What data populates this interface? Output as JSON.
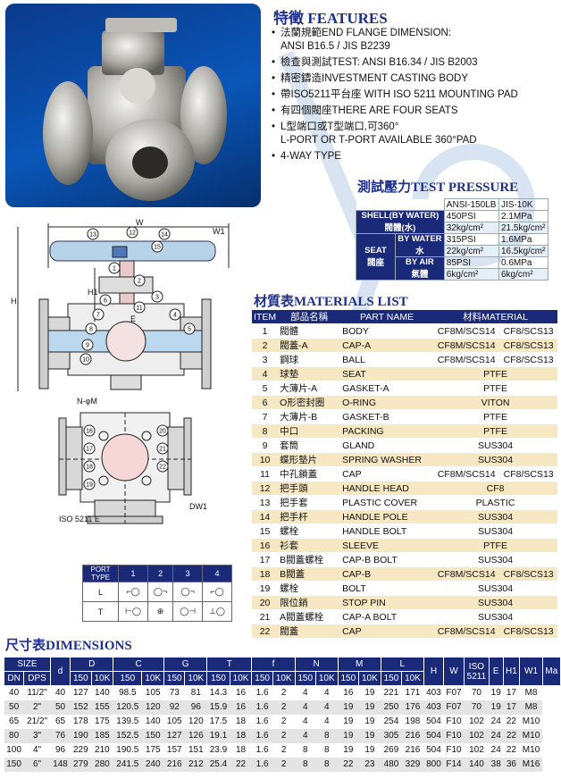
{
  "features": {
    "title": "特徵 FEATURES",
    "items": [
      {
        "text": "法蘭規範END FLANGE DIMENSION:",
        "cont": "ANSI B16.5 / JIS B2239"
      },
      {
        "text": "檢查與測試TEST: ANSI B16.34 / JIS B2003",
        "cont": ""
      },
      {
        "text": "精密鑄造INVESTMENT CASTING BODY",
        "cont": ""
      },
      {
        "text": "帶ISO5211平台座 WITH ISO 5211 MOUNTING PAD",
        "cont": ""
      },
      {
        "text": "有四個閥座THERE ARE FOUR SEATS",
        "cont": ""
      },
      {
        "text": "L型端口或T型端口,可360°",
        "cont": "L-PORT OR T-PORT AVAILABLE 360°PAD"
      },
      {
        "text": "4-WAY TYPE",
        "cont": ""
      }
    ]
  },
  "pressure": {
    "title": "測試壓力TEST PRESSURE",
    "col1": "ANSI-150LB",
    "col2": "JIS-10K",
    "shell_label": "SHELL(BY WATER)",
    "shell_sub": "閥體(水)",
    "shell_a1": "450PSI",
    "shell_a2": "32kg/cm²",
    "shell_b1": "2.1MPa",
    "shell_b2": "21.5kg/cm²",
    "seat_label": "SEAT",
    "seat_sub": "閥座",
    "water_label": "BY WATER",
    "water_sub": "水",
    "water_a1": "315PSI",
    "water_a2": "22kg/cm²",
    "water_b1": "1.6MPa",
    "water_b2": "16.5kg/cm²",
    "air_label": "BY AIR",
    "air_sub": "氣體",
    "air_a1": "85PSI",
    "air_a2": "6kg/cm²",
    "air_b1": "0.6MPa",
    "air_b2": "6kg/cm²"
  },
  "materials": {
    "title": "材質表MATERIALS LIST",
    "headers": [
      "ITEM",
      "部品名稱",
      "PART NAME",
      "材料MATERIAL"
    ],
    "rows": [
      [
        "1",
        "閥體",
        "BODY",
        "CF8M/SCS14",
        "CF8/SCS13"
      ],
      [
        "2",
        "閥蓋-A",
        "CAP-A",
        "CF8M/SCS14",
        "CF8/SCS13"
      ],
      [
        "3",
        "鋼球",
        "BALL",
        "CF8M/SCS14",
        "CF8/SCS13"
      ],
      [
        "4",
        "球墊",
        "SEAT",
        "PTFE",
        ""
      ],
      [
        "5",
        "大薄片-A",
        "GASKET-A",
        "PTFE",
        ""
      ],
      [
        "6",
        "O形密封圈",
        "O-RING",
        "VITON",
        ""
      ],
      [
        "7",
        "大薄片-B",
        "GASKET-B",
        "PTFE",
        ""
      ],
      [
        "8",
        "中口",
        "PACKING",
        "PTFE",
        ""
      ],
      [
        "9",
        "套筒",
        "GLAND",
        "SUS304",
        ""
      ],
      [
        "10",
        "蝶形墊片",
        "SPRING WASHER",
        "SUS304",
        ""
      ],
      [
        "11",
        "中孔鎖蓋",
        "CAP",
        "CF8M/SCS14",
        "CF8/SCS13"
      ],
      [
        "12",
        "把手頭",
        "HANDLE HEAD",
        "CF8",
        ""
      ],
      [
        "13",
        "把手套",
        "PLASTIC COVER",
        "PLASTIC",
        ""
      ],
      [
        "14",
        "把手杆",
        "HANDLE POLE",
        "SUS304",
        ""
      ],
      [
        "15",
        "螺栓",
        "HANDLE BOLT",
        "SUS304",
        ""
      ],
      [
        "16",
        "衫套",
        "SLEEVE",
        "PTFE",
        ""
      ],
      [
        "17",
        "B閥蓋螺栓",
        "CAP-B BOLT",
        "SUS304",
        ""
      ],
      [
        "18",
        "B閥蓋",
        "CAP-B",
        "CF8M/SCS14",
        "CF8/SCS13"
      ],
      [
        "19",
        "螺栓",
        "BOLT",
        "SUS304",
        ""
      ],
      [
        "20",
        "限位銷",
        "STOP PIN",
        "SUS304",
        ""
      ],
      [
        "21",
        "A閥蓋螺栓",
        "CAP-A BOLT",
        "SUS304",
        ""
      ],
      [
        "22",
        "閥蓋",
        "CAP",
        "CF8M/SCS14",
        "CF8/SCS13"
      ]
    ]
  },
  "dimensions": {
    "title": "尺寸表DIMENSIONS",
    "h_size": "SIZE",
    "h_dn": "DN",
    "h_dps": "DPS",
    "h_d": "d",
    "groups": [
      "D",
      "C",
      "G",
      "T",
      "f",
      "N",
      "M",
      "L"
    ],
    "sub": [
      "150",
      "10K"
    ],
    "h_H": "H",
    "h_W": "W",
    "h_iso": "ISO 5211",
    "h_E": "E",
    "h_H1": "H1",
    "h_W1": "W1",
    "h_Ma": "Ma",
    "rows": [
      [
        "40",
        "11/2\"",
        "40",
        "127",
        "140",
        "98.5",
        "105",
        "73",
        "81",
        "14.3",
        "16",
        "1.6",
        "2",
        "4",
        "4",
        "16",
        "19",
        "221",
        "171",
        "403",
        "F07",
        "70",
        "19",
        "17",
        "M8"
      ],
      [
        "50",
        "2\"",
        "50",
        "152",
        "155",
        "120.5",
        "120",
        "92",
        "96",
        "15.9",
        "16",
        "1.6",
        "2",
        "4",
        "4",
        "19",
        "19",
        "250",
        "176",
        "403",
        "F07",
        "70",
        "19",
        "17",
        "M8"
      ],
      [
        "65",
        "21/2\"",
        "65",
        "178",
        "175",
        "139.5",
        "140",
        "105",
        "120",
        "17.5",
        "18",
        "1.6",
        "2",
        "4",
        "4",
        "19",
        "19",
        "254",
        "198",
        "504",
        "F10",
        "102",
        "24",
        "22",
        "M10"
      ],
      [
        "80",
        "3\"",
        "76",
        "190",
        "185",
        "152.5",
        "150",
        "127",
        "126",
        "19.1",
        "18",
        "1.6",
        "2",
        "4",
        "8",
        "19",
        "19",
        "305",
        "216",
        "504",
        "F10",
        "102",
        "24",
        "22",
        "M10"
      ],
      [
        "100",
        "4\"",
        "96",
        "229",
        "210",
        "190.5",
        "175",
        "157",
        "151",
        "23.9",
        "18",
        "1.6",
        "2",
        "8",
        "8",
        "19",
        "19",
        "269",
        "216",
        "504",
        "F10",
        "102",
        "24",
        "22",
        "M10"
      ],
      [
        "150",
        "6\"",
        "148",
        "279",
        "280",
        "241.5",
        "240",
        "216",
        "212",
        "25.4",
        "22",
        "1.6",
        "2",
        "8",
        "8",
        "22",
        "23",
        "480",
        "329",
        "800",
        "F14",
        "140",
        "38",
        "36",
        "M16"
      ]
    ]
  },
  "drawing": {
    "w_label": "W",
    "w1_label": "W1",
    "h_label": "H",
    "h1_label": "H1",
    "e_label": "E",
    "iso_label": "ISO 5211 E",
    "dw1_label": "DW1",
    "nm_label": "N-φM",
    "balloons": [
      "1",
      "2",
      "3",
      "4",
      "5",
      "6",
      "7",
      "8",
      "9",
      "10",
      "11",
      "12",
      "13",
      "14",
      "15",
      "16",
      "17",
      "18",
      "19",
      "20",
      "21",
      "22"
    ]
  },
  "port_table": {
    "h_port": "PORT",
    "h_type": "TYPE",
    "ports": [
      "1",
      "2",
      "3",
      "4"
    ],
    "l": "L",
    "t": "T",
    "num_top": "1",
    "num_a": "2",
    "num_b": "3"
  },
  "colors": {
    "navy": "#1b2a78",
    "title_blue": "#1e2f8c",
    "row_tan": "#f6e8c2",
    "row_gray": "#e4e4e4",
    "photo_blue": "#0a56b8"
  }
}
